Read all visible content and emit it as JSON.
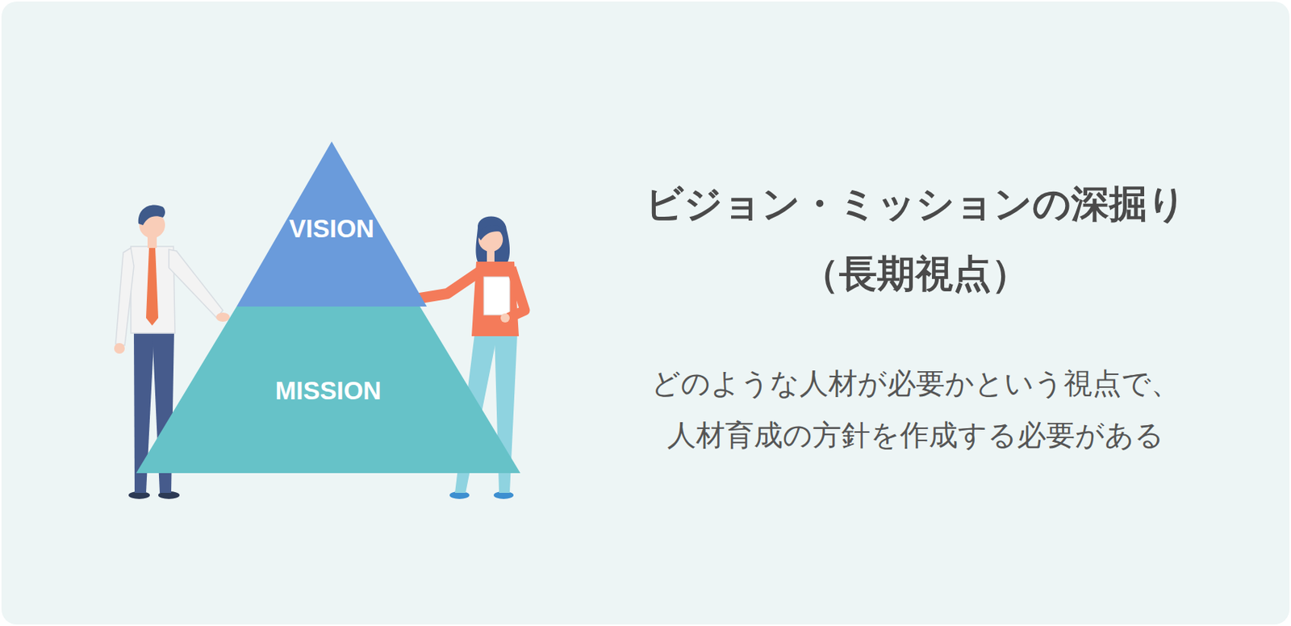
{
  "diagram": {
    "title": "ビジョン・ミッションの深掘り （長期視点）",
    "nodes": [
      {
        "text": [
          "VISION"
        ]
      },
      {
        "text": [
          "MISSION"
        ]
      }
    ],
    "labels": [
      "どのような人材が必要かという視点で、 人材育成の方針を作成する必要がある"
    ]
  }
}
